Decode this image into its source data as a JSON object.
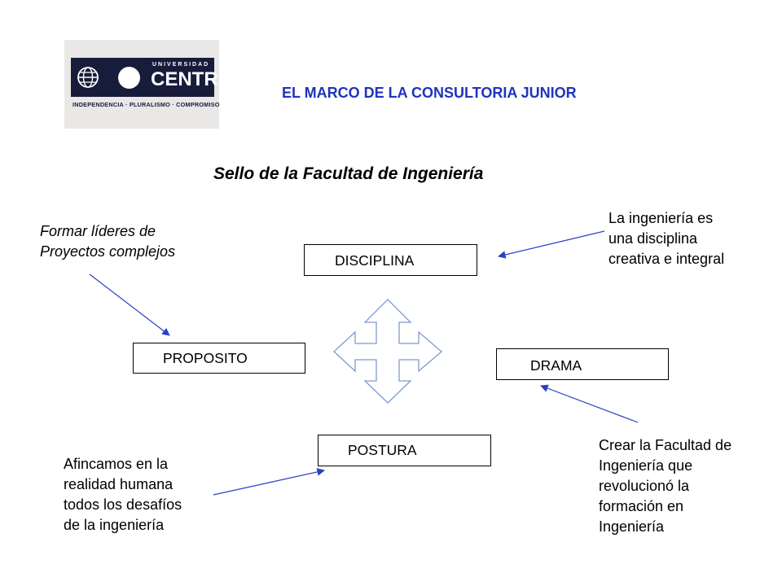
{
  "logo": {
    "university": "UNIVERSIDAD",
    "name": "CENTRAL",
    "motto": "INDEPENDENCIA · PLURALISMO · COMPROMISO"
  },
  "title": "EL MARCO DE LA CONSULTORIA JUNIOR",
  "subtitle": "Sello de la Facultad de Ingeniería",
  "boxes": {
    "disciplina": "DISCIPLINA",
    "proposito": "PROPOSITO",
    "drama": "DRAMA",
    "postura": "POSTURA"
  },
  "notes": {
    "lideres": [
      "Formar líderes de",
      "Proyectos complejos"
    ],
    "ingenieria": [
      "La ingeniería es",
      "una disciplina",
      "creativa e integral"
    ],
    "afincamos": [
      "Afincamos en la",
      "realidad humana",
      "todos los desafíos",
      "de la ingeniería"
    ],
    "crear": [
      "Crear la Facultad de",
      "Ingeniería que",
      "revolucionó la",
      "formación en",
      "Ingeniería"
    ]
  },
  "colors": {
    "title": "#1f33bf",
    "arrow": "#2b3fc2",
    "cross_outline": "#7e9bcf",
    "logo_bg": "#171c3b"
  }
}
